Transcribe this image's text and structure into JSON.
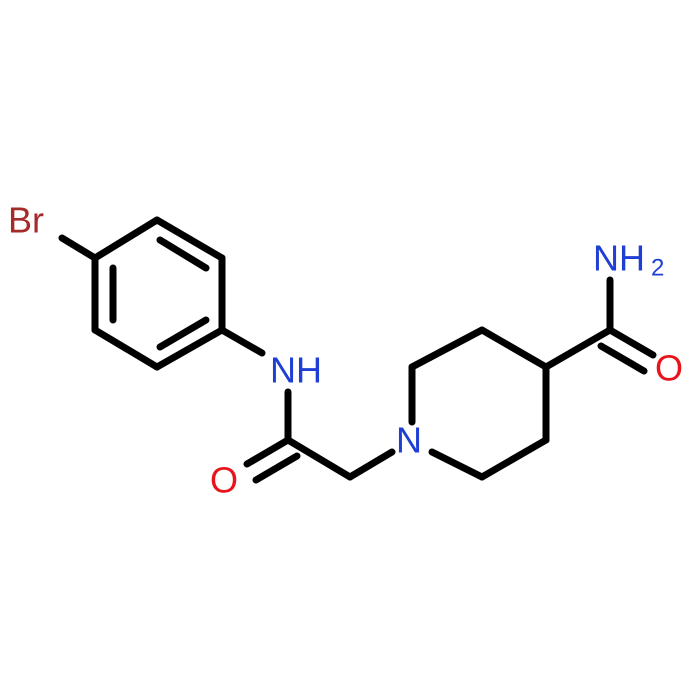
{
  "molecule": {
    "atoms": [
      {
        "id": "br",
        "text": "Br",
        "color": "#a52a2a",
        "sub": ""
      },
      {
        "id": "nh",
        "text": "NH",
        "color": "#1f3fd4",
        "sub": ""
      },
      {
        "id": "o1",
        "text": "O",
        "color": "#e8141c",
        "sub": ""
      },
      {
        "id": "n1",
        "text": "N",
        "color": "#1f3fd4",
        "sub": ""
      },
      {
        "id": "nh2",
        "text": "NH",
        "color": "#1f3fd4",
        "sub": "2"
      },
      {
        "id": "o2",
        "text": "O",
        "color": "#e8141c",
        "sub": ""
      }
    ]
  }
}
